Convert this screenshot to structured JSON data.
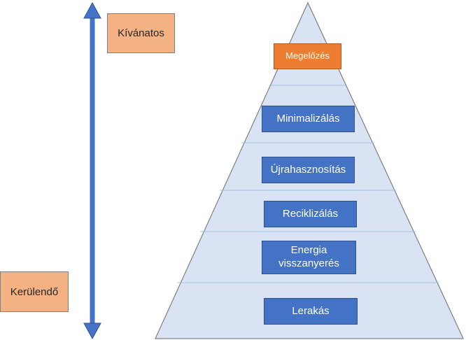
{
  "scale": {
    "top_label": "Kívánatos",
    "bottom_label": "Kerülendő",
    "arrow": "double-headed-vertical-arrow"
  },
  "pyramid": {
    "levels": [
      {
        "label": "Megelőzés",
        "highlight": true
      },
      {
        "label": "Minimalizálás",
        "highlight": false
      },
      {
        "label": "Újrahasznosítás",
        "highlight": false
      },
      {
        "label": "Reciklizálás",
        "highlight": false
      },
      {
        "label": "Energia\nvisszanyerés",
        "highlight": false
      },
      {
        "label": "Lerakás",
        "highlight": false
      }
    ]
  },
  "colors": {
    "pyramid_fill": "#dae3f3",
    "pyramid_stroke": "#7f7f7f",
    "level_blue": "#4472c4",
    "level_highlight": "#ed7d31",
    "side_label_fill": "#f4b183",
    "arrow": "#4472c4"
  }
}
